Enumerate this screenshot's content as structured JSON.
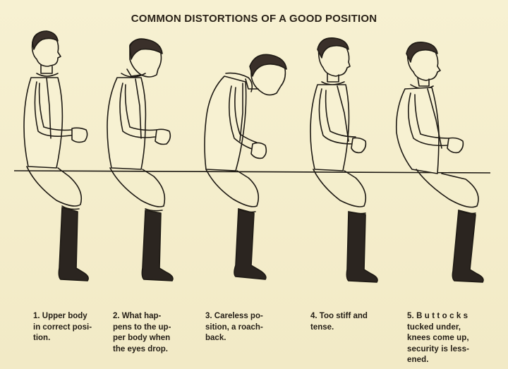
{
  "title": "COMMON DISTORTIONS OF A GOOD POSITION",
  "captions": [
    {
      "number": "1",
      "text": "1. Upper body\nin correct posi-\ntion."
    },
    {
      "number": "2",
      "text": "2. What hap-\npens to the up-\nper body when\nthe eyes drop."
    },
    {
      "number": "3",
      "text": "3. Careless po-\nsition, a roach-\nback."
    },
    {
      "number": "4",
      "text": "4. Too stiff and\ntense."
    },
    {
      "number": "5",
      "text": "5. B u t t o c k s\ntucked under,\nknees come up,\nsecurity is less-\nened."
    }
  ],
  "colors": {
    "paper": "#f6f0cf",
    "ink": "#1e1a14",
    "boot": "#2b2520"
  }
}
